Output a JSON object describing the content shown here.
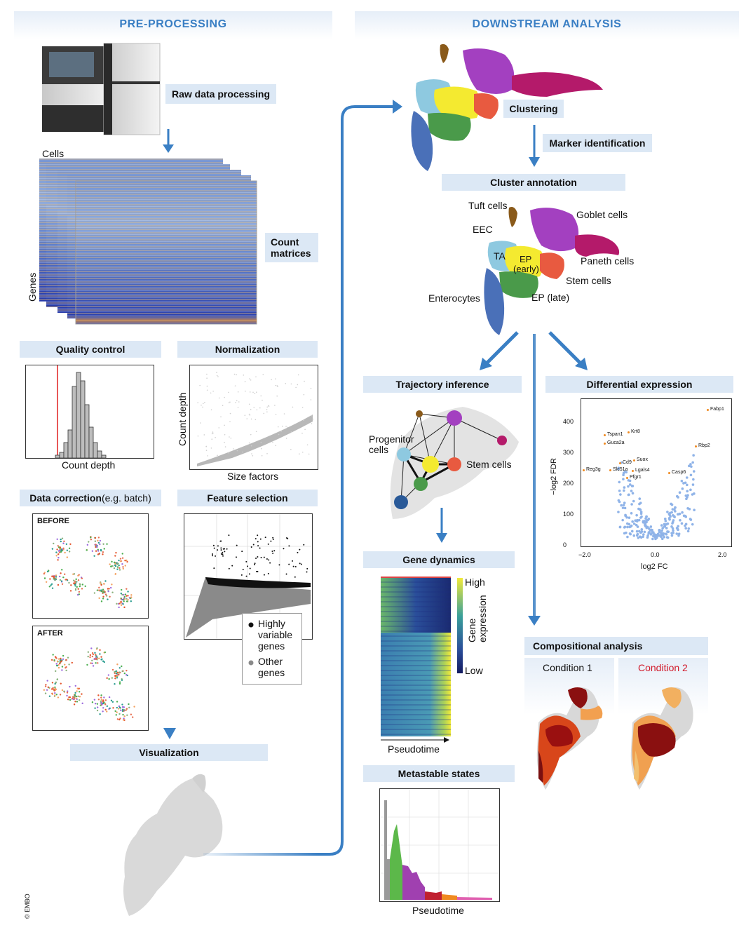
{
  "headers": {
    "pre": "PRE-PROCESSING",
    "down": "DOWNSTREAM ANALYSIS"
  },
  "pre": {
    "raw": "Raw data processing",
    "cells": "Cells",
    "genes": "Genes",
    "count_matrices": "Count matrices",
    "qc": "Quality control",
    "qc_xlabel": "Count depth",
    "norm": "Normalization",
    "norm_xlabel": "Size factors",
    "norm_ylabel": "Count depth",
    "corr_bold": "Data correction",
    "corr_rest": " (e.g. batch)",
    "before": "BEFORE",
    "after": "AFTER",
    "feat": "Feature selection",
    "legend_hv": "Highly variable genes",
    "legend_other": "Other genes",
    "vis": "Visualization",
    "copyright": "© EMBO"
  },
  "down": {
    "clustering": "Clustering",
    "marker": "Marker identification",
    "annotation": "Cluster annotation",
    "cells": {
      "tuft": "Tuft cells",
      "goblet": "Goblet cells",
      "eec": "EEC",
      "ta": "TA",
      "ep_early_1": "EP",
      "ep_early_2": "(early)",
      "paneth": "Paneth cells",
      "stem": "Stem cells",
      "enterocytes": "Enterocytes",
      "ep_late": "EP (late)"
    },
    "trajectory": "Trajectory inference",
    "progenitor_1": "Progenitor",
    "progenitor_2": "cells",
    "traj_stem": "Stem cells",
    "diffexp": "Differential expression",
    "volcano": {
      "ylabel": "−log2 FDR",
      "xlabel": "log2 FC",
      "yticks": [
        "400",
        "300",
        "200",
        "100",
        "0"
      ],
      "xticks": [
        "−2.0",
        "0.0",
        "2.0"
      ],
      "genes": [
        "Fabp1",
        "Krt8",
        "Tspan1",
        "Guca2a",
        "Rbp2",
        "Suox",
        "Cd9",
        "Reg3g",
        "Slc51a",
        "Lgals4",
        "Casp6",
        "Pfgr1"
      ]
    },
    "gene_dynamics": "Gene dynamics",
    "gd_high": "High",
    "gd_low": "Low",
    "gd_label": "Gene expression",
    "gd_pseudotime": "Pseudotime",
    "compositional": "Compositional analysis",
    "cond1": "Condition 1",
    "cond2": "Condition 2",
    "metastable": "Metastable states",
    "ms_pseudotime": "Pseudotime"
  },
  "colors": {
    "accent": "#3a7fc4",
    "box": "#dce8f5",
    "condition2": "#d11a2a"
  }
}
